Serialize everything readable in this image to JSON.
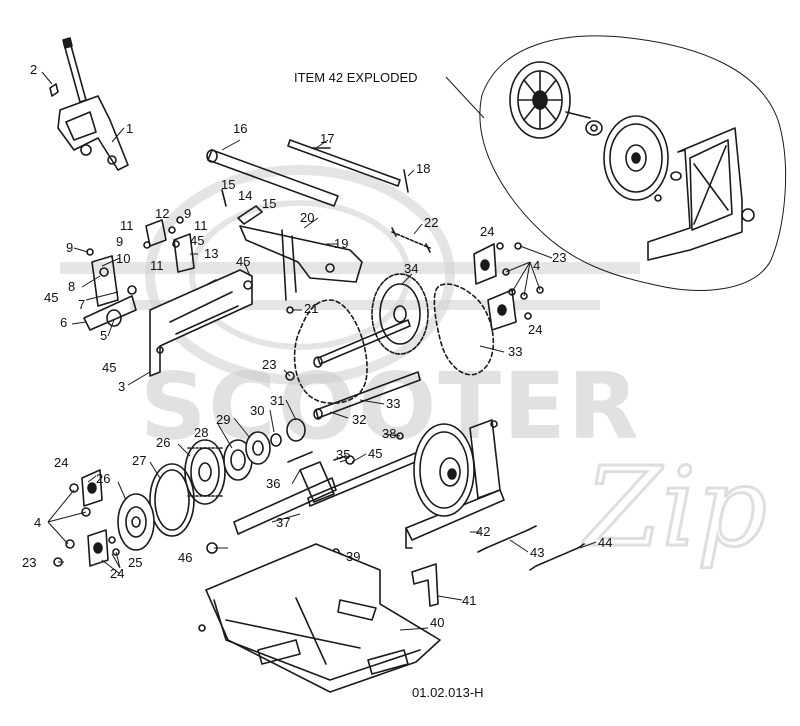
{
  "exploded_title": "ITEM 42 EXPLODED",
  "drawing_number": "01.02.013-H",
  "watermark": {
    "main": "SCOOTER",
    "script": "Zip"
  },
  "callouts": {
    "c1": "1",
    "c2": "2",
    "c3": "3",
    "c4a": "4",
    "c4b": "4",
    "c5": "5",
    "c6": "6",
    "c7": "7",
    "c8": "8",
    "c9a": "9",
    "c9b": "9",
    "c9c": "9",
    "c10": "10",
    "c11a": "11",
    "c11b": "11",
    "c11c": "11",
    "c12": "12",
    "c13": "13",
    "c14": "14",
    "c15a": "15",
    "c15b": "15",
    "c16": "16",
    "c17": "17",
    "c18": "18",
    "c19": "19",
    "c20": "20",
    "c21": "21",
    "c22": "22",
    "c23a": "23",
    "c23b": "23",
    "c23c": "23",
    "c24a": "24",
    "c24b": "24",
    "c24c": "24",
    "c24d": "24",
    "c25": "25",
    "c26a": "26",
    "c26b": "26",
    "c27": "27",
    "c28": "28",
    "c29": "29",
    "c30": "30",
    "c31": "31",
    "c32": "32",
    "c33a": "33",
    "c33b": "33",
    "c34": "34",
    "c35": "35",
    "c36": "36",
    "c37": "37",
    "c38": "38",
    "c39": "39",
    "c40": "40",
    "c41": "41",
    "c42": "42",
    "c43": "43",
    "c44": "44",
    "c45a": "45",
    "c45b": "45",
    "c45c": "45",
    "c45d": "45",
    "c45e": "45",
    "c46": "46"
  }
}
